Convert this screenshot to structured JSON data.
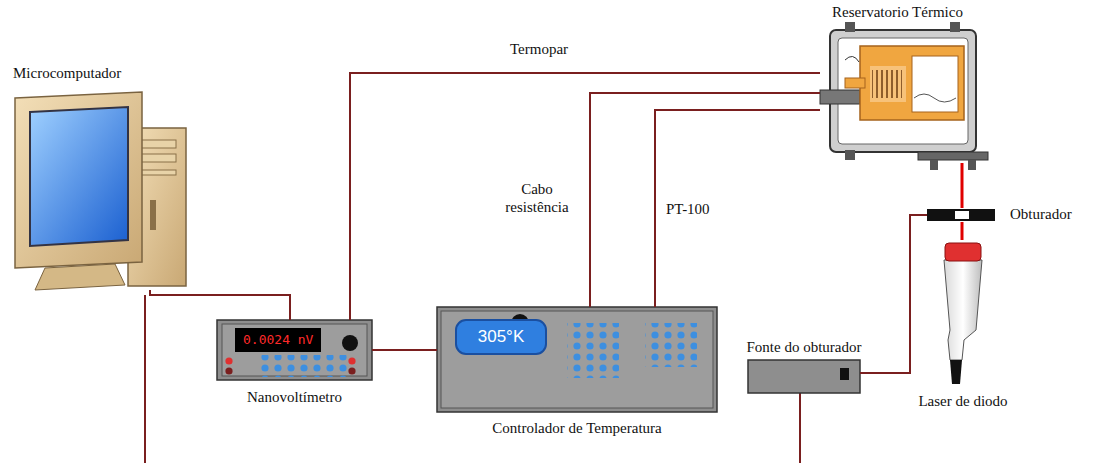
{
  "diagram": {
    "nodes": [
      {
        "text": [
          "Microcomputador"
        ]
      },
      {
        "text": [
          "0.0024 nV",
          "Nanovoltímetro"
        ]
      },
      {
        "text": [
          "305°K",
          "Controlador de Temperatura"
        ]
      },
      {
        "text": [
          "Reservatorio Térmico"
        ]
      },
      {
        "text": [
          "Fonte do obturador"
        ]
      },
      {
        "text": [
          "Obturador"
        ]
      },
      {
        "text": [
          "Laser de diodo"
        ]
      }
    ],
    "edges": [
      {
        "from": 0,
        "to": 1,
        "arrow": "none"
      },
      {
        "from": 1,
        "to": 3,
        "label": "Termopar",
        "arrow": "none"
      },
      {
        "from": 1,
        "to": 2,
        "arrow": "none"
      },
      {
        "from": 2,
        "to": 3,
        "label": "Cabo resistência",
        "arrow": "none"
      },
      {
        "from": 2,
        "to": 3,
        "label": "PT-100",
        "arrow": "none"
      },
      {
        "from": 4,
        "to": 5,
        "arrow": "none"
      },
      {
        "from": 3,
        "to": 5,
        "arrow": "none"
      },
      {
        "from": 5,
        "to": 6,
        "arrow": "none"
      }
    ]
  }
}
